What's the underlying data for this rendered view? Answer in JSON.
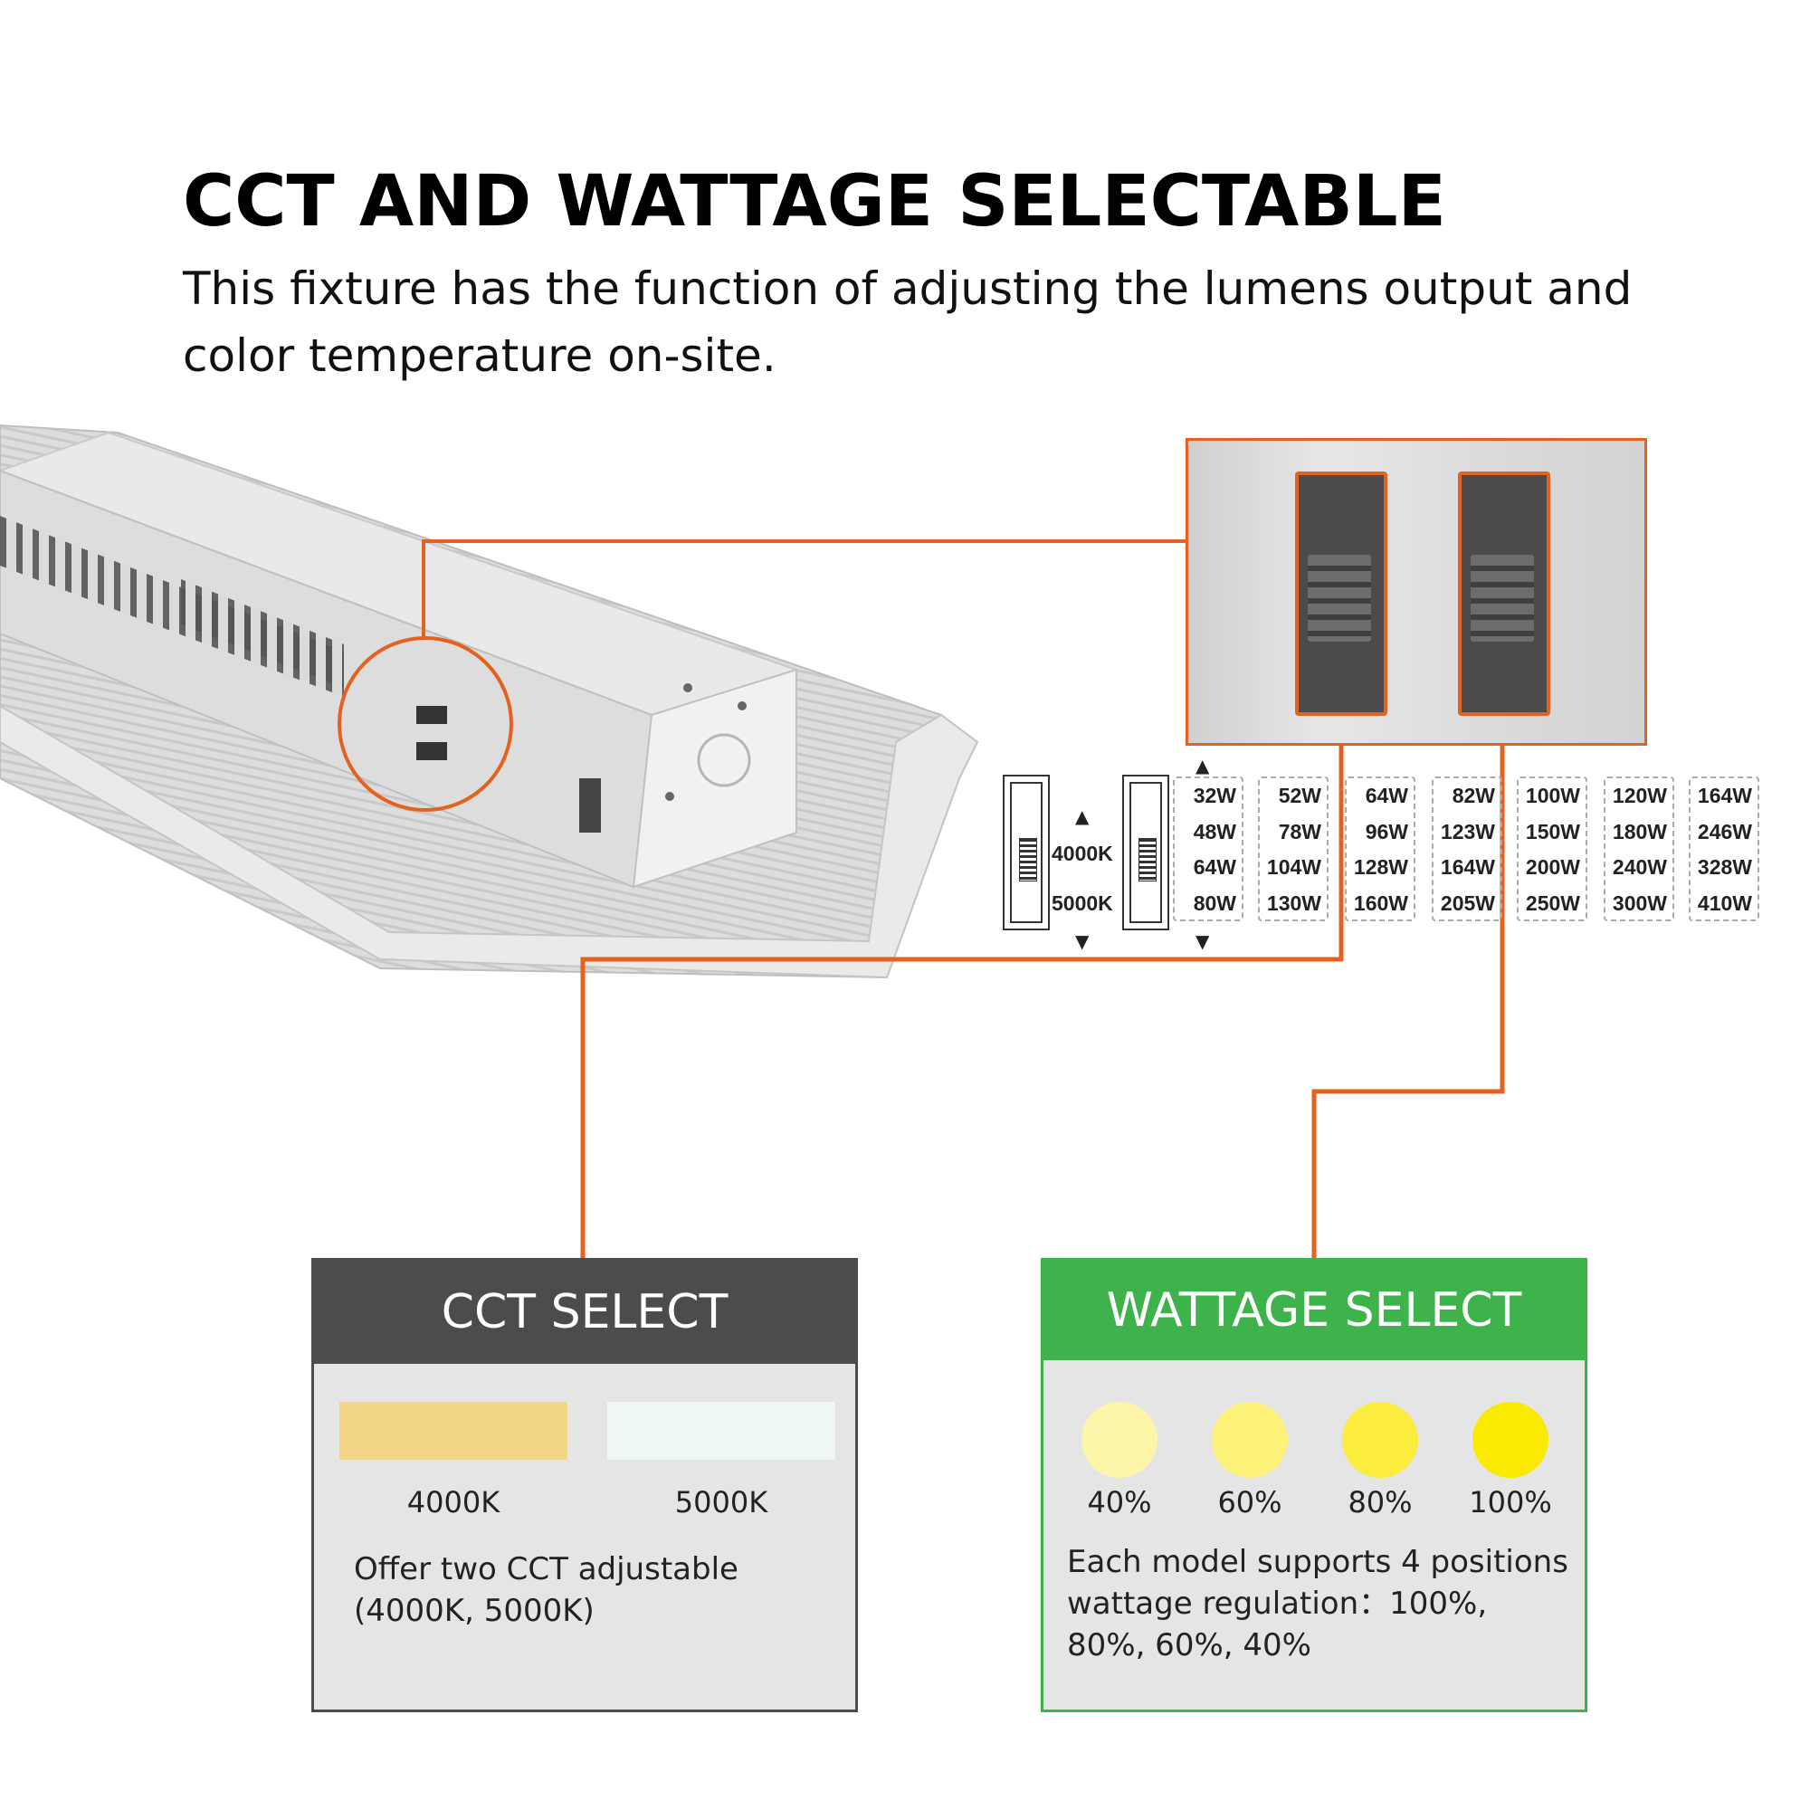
{
  "header": {
    "title": "CCT AND WATTAGE SELECTABLE",
    "subtitle": "This fixture has the function of adjusting the lumens output and color temperature on-site."
  },
  "switch_diagram": {
    "cct_up": "4000K",
    "cct_down": "5000K",
    "wattage_columns": [
      [
        "32W",
        "48W",
        "64W",
        "80W"
      ],
      [
        "52W",
        "78W",
        "104W",
        "130W"
      ],
      [
        "64W",
        "96W",
        "128W",
        "160W"
      ],
      [
        "82W",
        "123W",
        "164W",
        "205W"
      ],
      [
        "100W",
        "150W",
        "200W",
        "250W"
      ],
      [
        "120W",
        "180W",
        "240W",
        "300W"
      ],
      [
        "164W",
        "246W",
        "328W",
        "410W"
      ]
    ]
  },
  "cct_select": {
    "heading": "CCT SELECT",
    "options": [
      {
        "label": "4000K",
        "color": "#f3d687"
      },
      {
        "label": "5000K",
        "color": "#eef7f6"
      }
    ],
    "description": "Offer two CCT adjustable (4000K, 5000K)"
  },
  "wattage_select": {
    "heading": "WATTAGE SELECT",
    "levels": [
      {
        "label": "40%",
        "color": "#fdf6a8"
      },
      {
        "label": "60%",
        "color": "#fdf27a"
      },
      {
        "label": "80%",
        "color": "#fbec3d"
      },
      {
        "label": "100%",
        "color": "#f9ea00"
      }
    ],
    "description": "Each model supports 4 positions wattage regulation：100%, 80%, 60%, 40%"
  },
  "colors": {
    "accent_orange": "#e3621f",
    "cct_gray": "#4b4c4b",
    "wattage_green": "#3fb34b"
  }
}
